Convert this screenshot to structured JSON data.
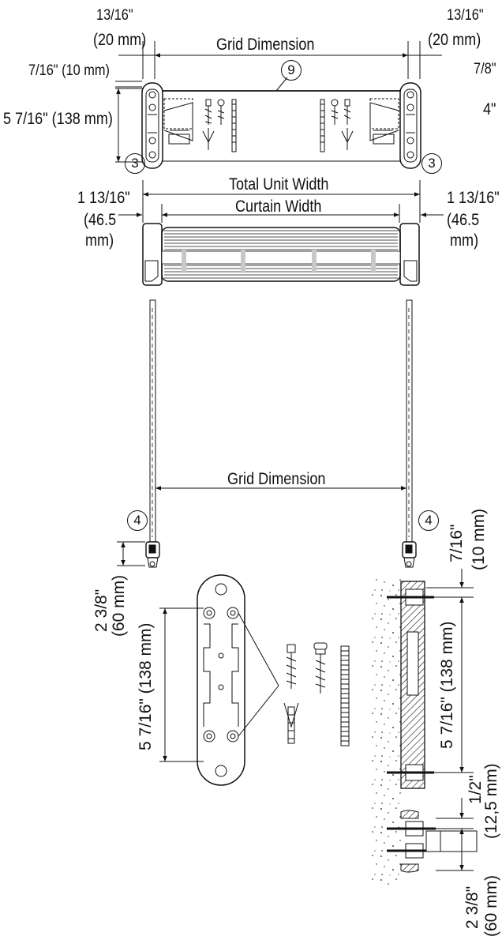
{
  "labels": {
    "top_left_frac": "13/16\"",
    "top_left_mm": "(20 mm)",
    "top_right_frac": "13/16\"",
    "top_right_mm": "(20 mm)",
    "grid_dimension_top": "Grid Dimension",
    "grid_dimension_mid": "Grid Dimension",
    "seven_sixteenths_10mm": "7/16\" (10 mm)",
    "seven_eighths": "7/8\"",
    "four_inch": "4\"",
    "five_7_16_138": "5 7/16\" (138 mm)",
    "total_unit_width": "Total Unit Width",
    "curtain_width": "Curtain Width",
    "one_13_16_left": "1 13/16\"",
    "mm_46_5_left_a": "(46.5",
    "mm_46_5_left_b": "mm)",
    "one_13_16_right": "1 13/16\"",
    "mm_46_5_right_a": "(46.5",
    "mm_46_5_right_b": "mm)",
    "detail_2_3_8": "2 3/8\"",
    "detail_60mm": "(60 mm)",
    "detail_5_7_16": "5 7/16\" (138 mm)",
    "side_7_16": "7/16\"",
    "side_10mm": "(10 mm)",
    "side_5_7_16": "5 7/16\" (138 mm)",
    "side_half": "1/2\"",
    "side_12_5": "(12,5 mm)",
    "side_2_3_8": "2 3/8\"",
    "side_60mm": "(60 mm)"
  },
  "callouts": {
    "nine": "9",
    "three_left": "3",
    "three_right": "3",
    "four_left": "4",
    "four_right": "4"
  }
}
